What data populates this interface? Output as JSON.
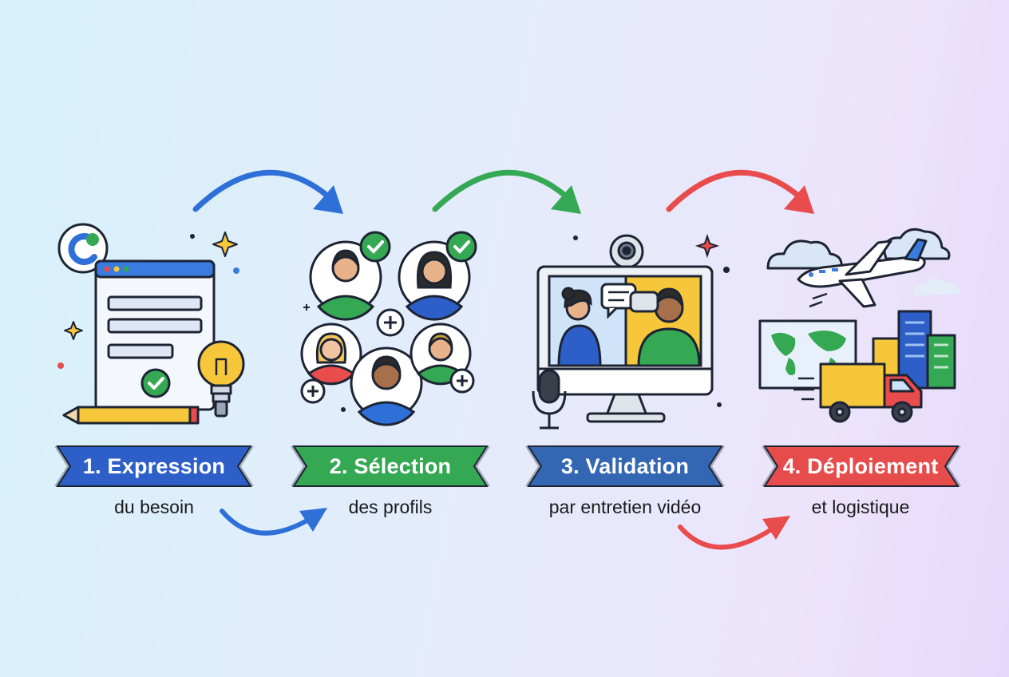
{
  "steps": [
    {
      "title": "1. Expression",
      "subtitle": "du besoin",
      "color": "#2e5fc9",
      "icon": "document-form-icon"
    },
    {
      "title": "2. Sélection",
      "subtitle": "des profils",
      "color": "#34a853",
      "icon": "candidate-profiles-icon"
    },
    {
      "title": "3. Validation",
      "subtitle": "par entretien vidéo",
      "color": "#3467b3",
      "icon": "video-interview-icon"
    },
    {
      "title": "4. Déploiement",
      "subtitle": "et logistique",
      "color": "#e74c4c",
      "icon": "travel-logistics-icon"
    }
  ],
  "colors": {
    "blue": "#2e6fd8",
    "green": "#34a853",
    "red": "#e84c4c",
    "yellow": "#f7c73b",
    "outline": "#1d2433"
  }
}
